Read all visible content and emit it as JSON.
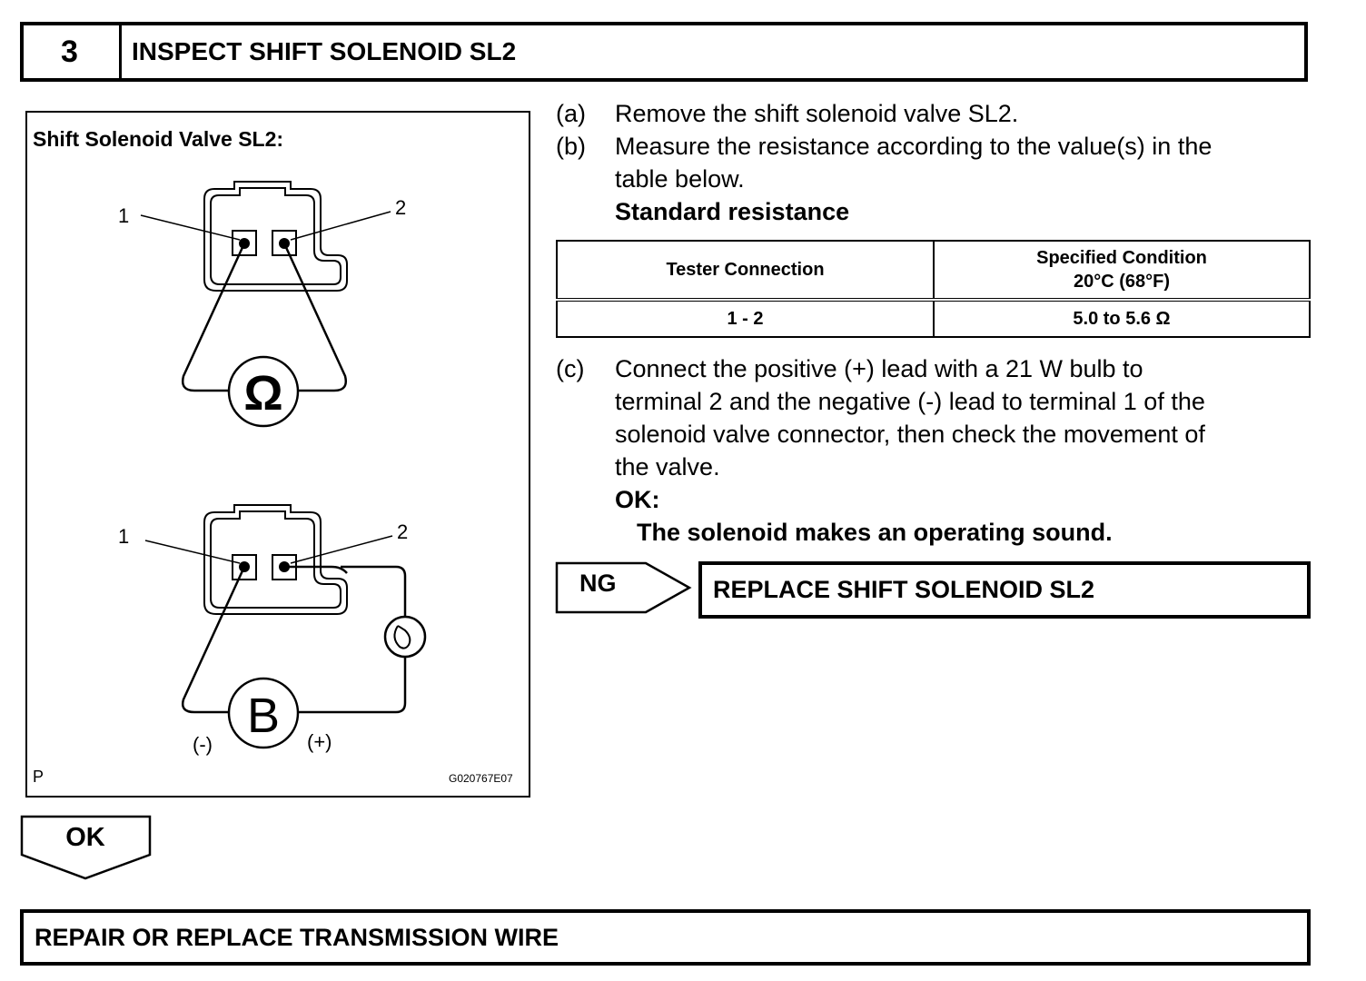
{
  "step": {
    "number": "3",
    "title": "INSPECT SHIFT SOLENOID SL2"
  },
  "figure": {
    "caption": "Shift Solenoid Valve SL2:",
    "terminal_1": "1",
    "terminal_2": "2",
    "ohmmeter_symbol": "Ω",
    "battery_symbol": "B",
    "negative_label": "(-)",
    "positive_label": "(+)",
    "corner_mark": "P",
    "figure_code": "G020767E07",
    "icons": [
      "connector-icon",
      "ohmmeter-icon",
      "battery-icon",
      "bulb-icon"
    ]
  },
  "instructions": [
    {
      "letter": "(a)",
      "lines": [
        "Remove the shift solenoid valve SL2."
      ]
    },
    {
      "letter": "(b)",
      "lines": [
        "Measure the resistance according to the value(s) in the",
        "table below."
      ],
      "subheading": "Standard resistance"
    },
    {
      "letter": "(c)",
      "lines": [
        "Connect the positive (+) lead with a 21 W bulb to",
        "terminal 2 and the negative (-) lead to terminal 1 of the",
        "solenoid valve connector, then check the movement of",
        "the valve."
      ],
      "ok_label": "OK:",
      "ok_text": "The solenoid makes an operating sound."
    }
  ],
  "table": {
    "headers": [
      "Tester Connection",
      "Specified Condition",
      "20°C (68°F)"
    ],
    "row": [
      "1 - 2",
      "5.0 to 5.6 Ω"
    ]
  },
  "ng": {
    "label": "NG",
    "action": "REPLACE SHIFT SOLENOID SL2"
  },
  "ok": {
    "label": "OK"
  },
  "final_action": "REPAIR OR REPLACE TRANSMISSION WIRE"
}
